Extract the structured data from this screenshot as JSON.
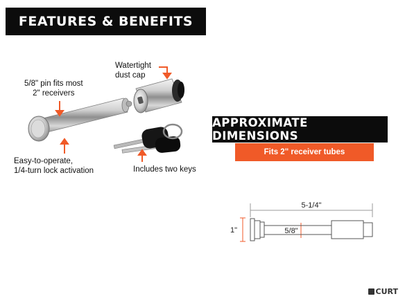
{
  "features": {
    "title": "FEATURES & BENEFITS",
    "callouts": {
      "pin": {
        "line1": "5/8\" pin fits most",
        "line2": "2\" receivers"
      },
      "cap": {
        "line1": "Watertight",
        "line2": "dust cap"
      },
      "lock": {
        "line1": "Easy-to-operate,",
        "line2": "1/4-turn lock activation"
      },
      "keys": {
        "line1": "Includes two keys"
      }
    }
  },
  "dimensions": {
    "title": "APPROXIMATE DIMENSIONS",
    "subtitle": "Fits 2\" receiver tubes",
    "length_label": "5-1/4\"",
    "height_label": "1\"",
    "pin_label": "5/8\""
  },
  "brand": {
    "name": "CURT"
  },
  "colors": {
    "accent": "#f05a28",
    "banner": "#0c0c0c"
  }
}
